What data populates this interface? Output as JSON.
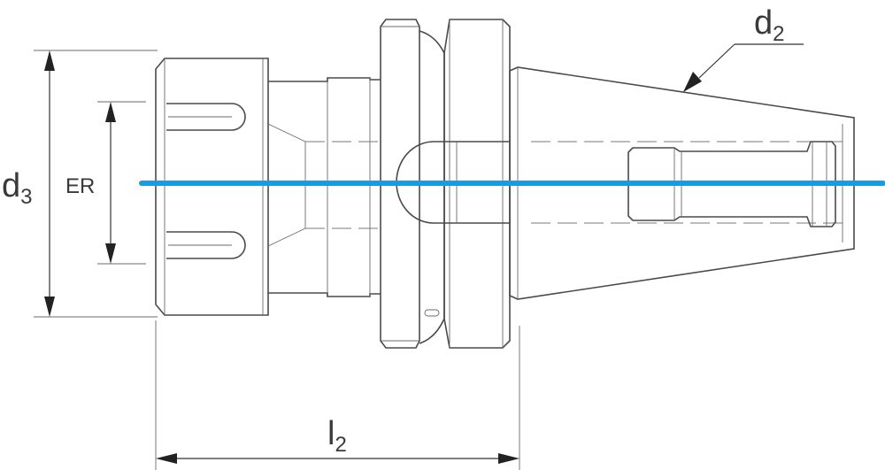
{
  "labels": {
    "d2": {
      "main": "d",
      "sub": "2"
    },
    "d3": {
      "main": "d",
      "sub": "3"
    },
    "l2": {
      "main": "l",
      "sub": "2"
    },
    "er": "ER"
  },
  "colors": {
    "axis": "#1a9be0",
    "outline": "#4a4a4a",
    "dimension": "#333333"
  }
}
